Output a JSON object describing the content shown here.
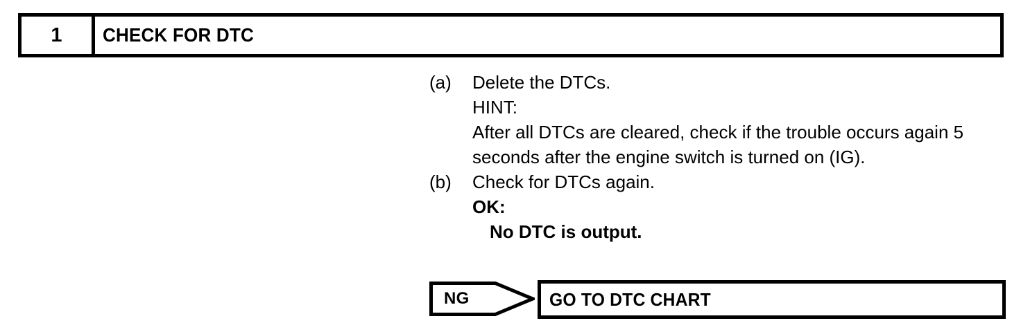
{
  "step_header": {
    "number": "1",
    "title": "CHECK FOR DTC"
  },
  "procedure": {
    "items": [
      {
        "label": "(a)",
        "lines": [
          "Delete the DTCs.",
          "HINT:",
          "After all DTCs are cleared, check if the trouble occurs again 5 seconds after the engine switch is turned on (IG)."
        ]
      },
      {
        "label": "(b)",
        "lines": [
          "Check for DTCs again.",
          "OK:",
          "No DTC is output."
        ]
      }
    ],
    "item_a": {
      "label": "(a)",
      "line1": "Delete the DTCs.",
      "line2": "HINT:",
      "line3": "After all DTCs are cleared, check if the trouble occurs again 5 seconds after the engine switch is turned on (IG)."
    },
    "item_b": {
      "label": "(b)",
      "line1": "Check for DTCs again.",
      "result_label": "OK:",
      "result_value": "No DTC is output."
    }
  },
  "branch": {
    "flag_label": "NG",
    "target_label": "GO TO DTC CHART"
  },
  "colors": {
    "ink": "#000000",
    "paper": "#ffffff"
  }
}
